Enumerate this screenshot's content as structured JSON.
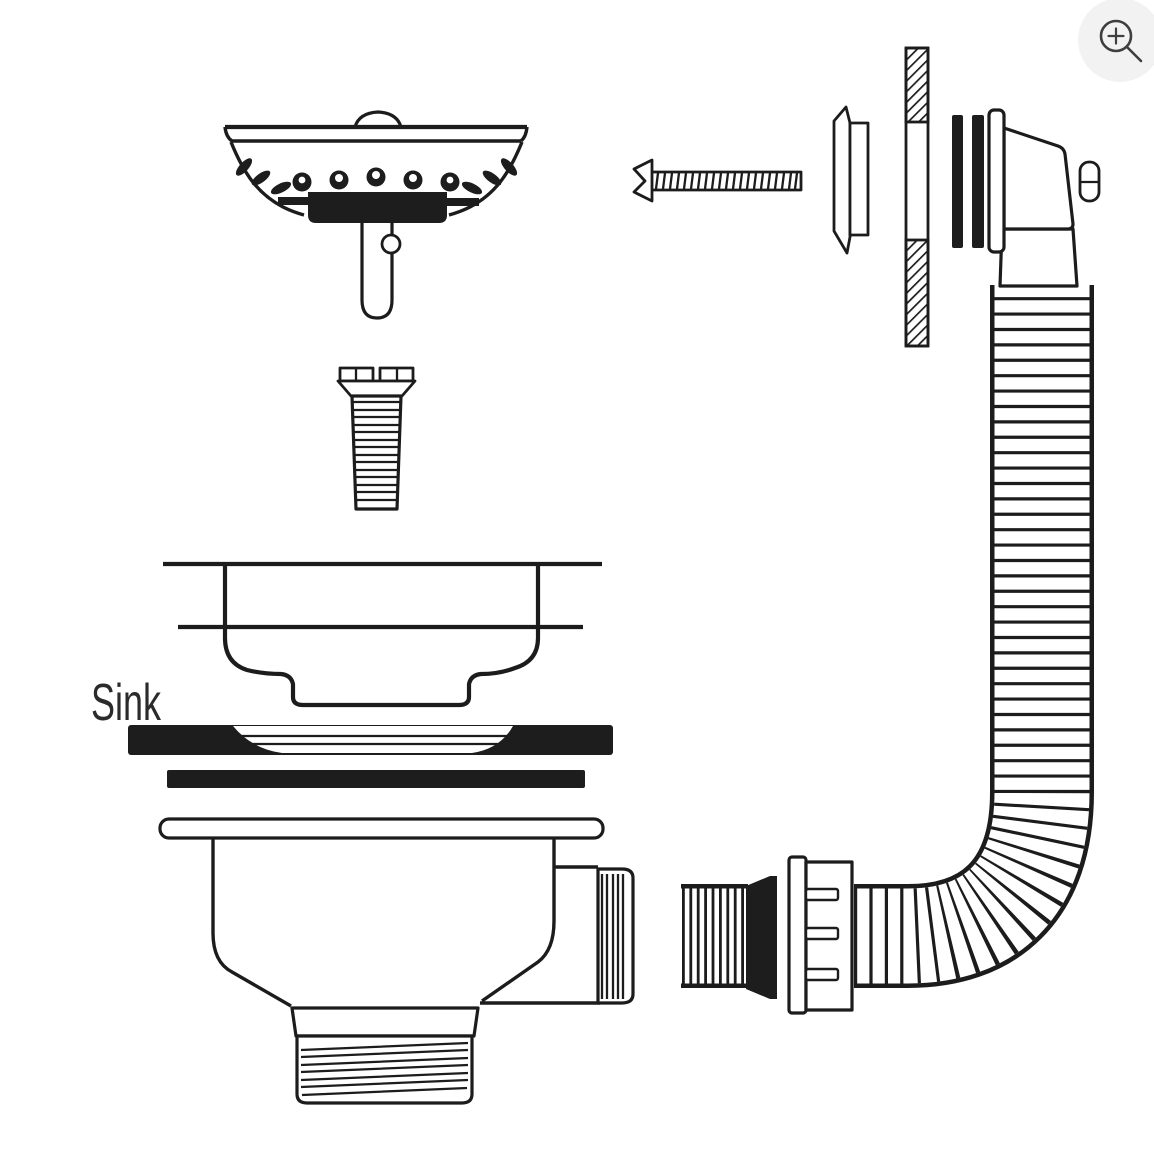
{
  "colors": {
    "background": "#ffffff",
    "line": "#1c1c1c",
    "black_part": "#1d1d1d",
    "label_text": "#2b2b2b",
    "zoom_button_bg": "#f2f2f2",
    "zoom_icon_stroke": "#3f3f3f"
  },
  "labels": {
    "sink": "Sink"
  },
  "zoom_button": {
    "icon": "magnifier-plus-icon"
  },
  "parts": [
    "basket-strainer-plug",
    "fixing-bolt",
    "sink-cross-section",
    "flange-washer",
    "rubber-gasket",
    "strainer-waste-body",
    "overflow-screw",
    "overflow-bezel",
    "wall-cross-section",
    "overflow-gaskets",
    "overflow-elbow",
    "flexible-overflow-hose",
    "hose-connector-nut"
  ]
}
